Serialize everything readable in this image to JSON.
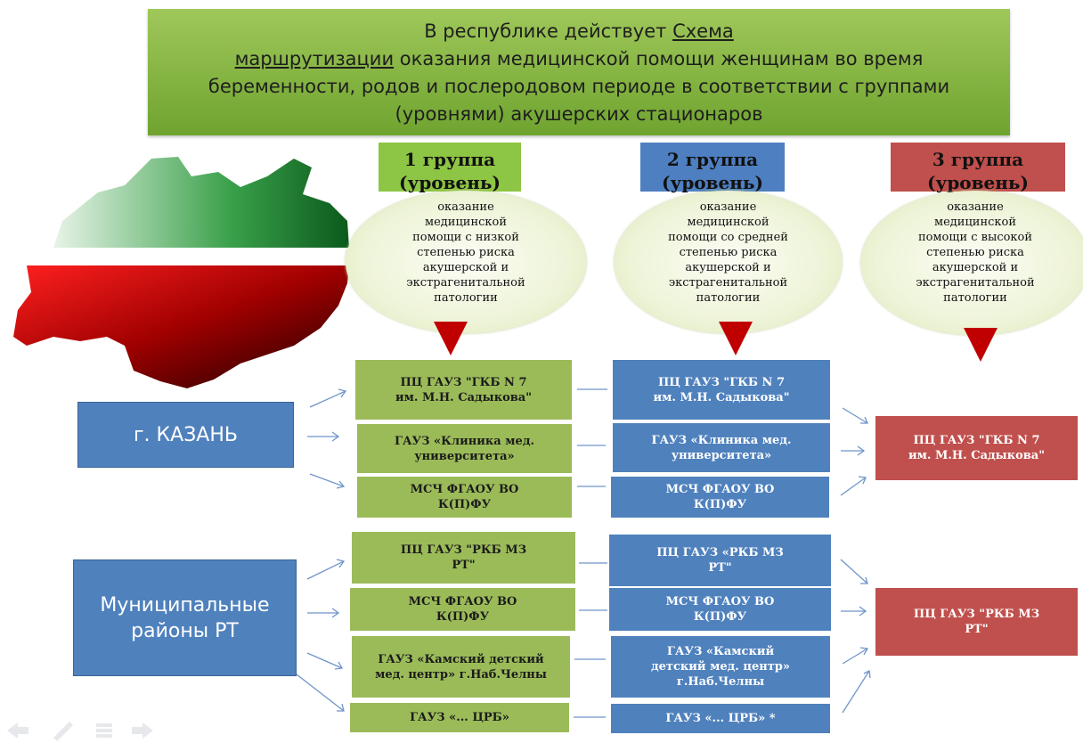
{
  "header": {
    "line1": "В республике действует",
    "line1_link": "Схема",
    "line2_link": "маршрутизации",
    "line2": "оказания медицинской помощи женщинам во время",
    "line3": "беременности, родов и послеродовом периоде в соответствии с группами",
    "line4": "(уровнями) акушерских стационаров"
  },
  "groups": [
    {
      "title_a": "1 группа",
      "title_b": "(уровень)",
      "desc": [
        "оказание",
        "медицинской",
        "помощи с низкой",
        "степенью риска",
        "акушерской и",
        "экстрагенитальной",
        "патологии"
      ]
    },
    {
      "title_a": "2 группа",
      "title_b": "(уровень)",
      "desc": [
        "оказание",
        "медицинской",
        "помощи со средней",
        "степенью риска",
        "акушерской и",
        "экстрагенитальной",
        "патологии"
      ]
    },
    {
      "title_a": "3 группа",
      "title_b": "(уровень)",
      "desc": [
        "оказание",
        "медицинской",
        "помощи с высокой",
        "степенью риска",
        "акушерской и",
        "экстрагенитальной",
        "патологии"
      ]
    }
  ],
  "sources": {
    "kazan": "г. КАЗАНЬ",
    "munic_a": "Муниципальные",
    "munic_b": "районы РТ"
  },
  "level1": {
    "k1": [
      "ПЦ ГАУЗ \"ГКБ N 7",
      "им. М.Н. Садыкова\""
    ],
    "k2": [
      "ГАУЗ «Клиника мед.",
      "университета»"
    ],
    "k3": [
      "МСЧ ФГАОУ ВО",
      "К(П)ФУ"
    ],
    "m1": [
      "ПЦ ГАУЗ \"РКБ МЗ",
      "РТ\""
    ],
    "m2": [
      "МСЧ ФГАОУ ВО",
      "К(П)ФУ"
    ],
    "m3": [
      "ГАУЗ «Камский детский",
      "мед. центр» г.Наб.Челны"
    ],
    "m4": [
      "ГАУЗ «... ЦРБ»"
    ]
  },
  "level2": {
    "k1": [
      "ПЦ ГАУЗ \"ГКБ N 7",
      "им. М.Н. Садыкова\""
    ],
    "k2": [
      "ГАУЗ «Клиника мед.",
      "университета»"
    ],
    "k3": [
      "МСЧ ФГАОУ ВО",
      "К(П)ФУ"
    ],
    "m1": [
      "ПЦ ГАУЗ «РКБ МЗ",
      "РТ\""
    ],
    "m2": [
      "МСЧ ФГАОУ ВО",
      "К(П)ФУ"
    ],
    "m3": [
      "ГАУЗ «Камский",
      "детский мед. центр»",
      "г.Наб.Челны"
    ],
    "m4": [
      "ГАУЗ «... ЦРБ» *"
    ]
  },
  "level3": {
    "k": [
      "ПЦ ГАУЗ \"ГКБ N 7",
      "им. М.Н. Садыкова\""
    ],
    "m": [
      "ПЦ ГАУЗ \"РКБ МЗ",
      "РТ\""
    ]
  },
  "colors": {
    "level1": "#9bbb59",
    "level2": "#4f81bd",
    "level3": "#c0504d",
    "arrow": "#c00000"
  }
}
